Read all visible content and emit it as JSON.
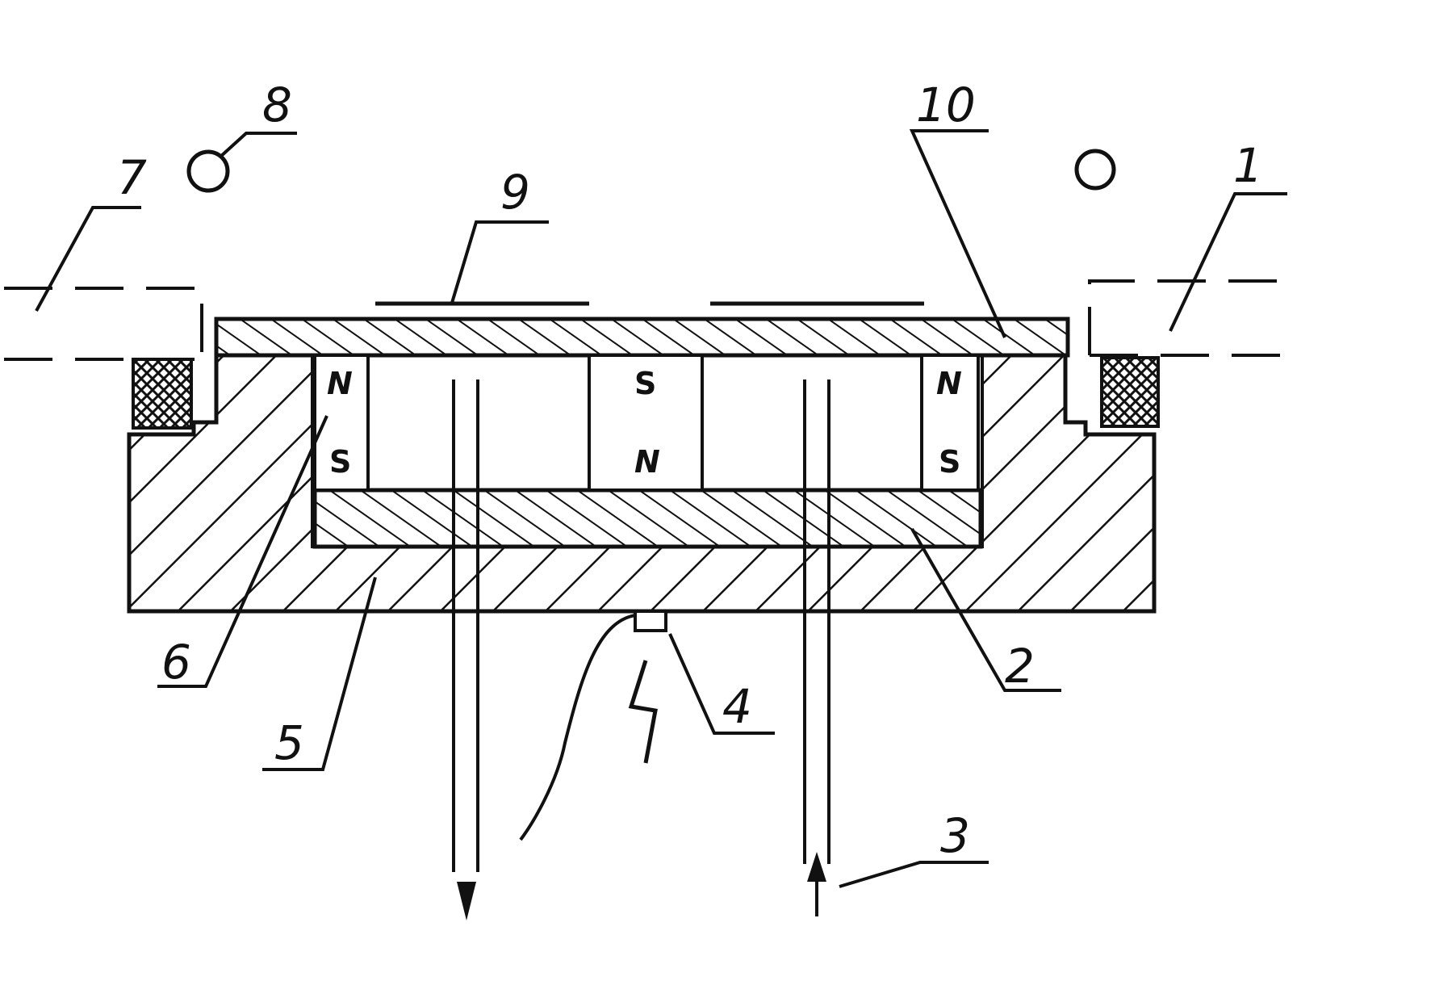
{
  "labels": {
    "l1": "1",
    "l2": "2",
    "l3": "3",
    "l4": "4",
    "l5": "5",
    "l6": "6",
    "l7": "7",
    "l8": "8",
    "l9": "9",
    "l10": "10"
  },
  "poles": {
    "left_top": "N",
    "left_bottom": "S",
    "center_top": "S",
    "center_bottom": "N",
    "right_top": "N",
    "right_bottom": "S"
  },
  "colors": {
    "ink": "#111111",
    "paper": "#ffffff"
  }
}
